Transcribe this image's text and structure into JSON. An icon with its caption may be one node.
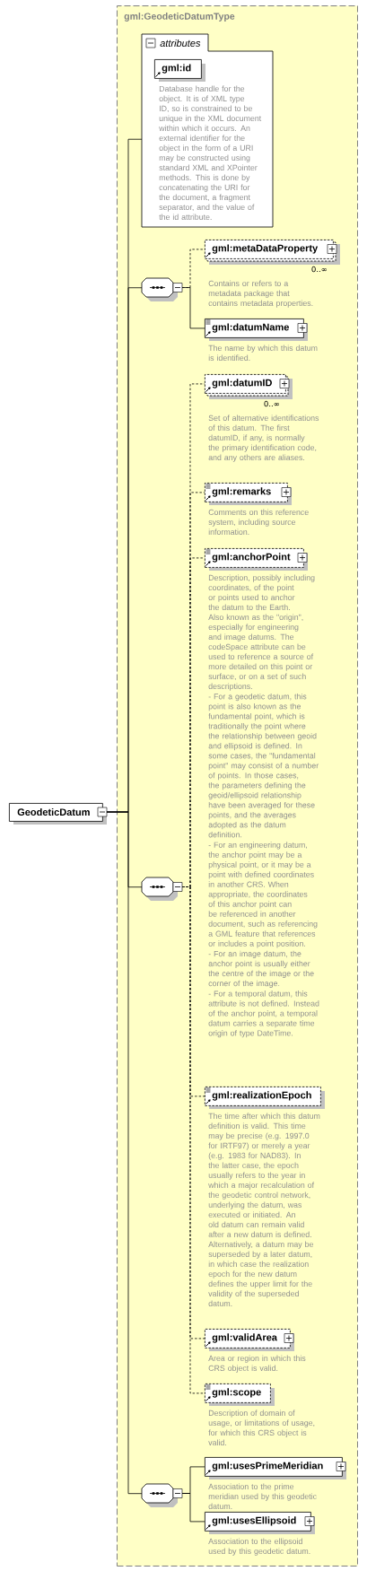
{
  "diagram": {
    "nodes": [
      {
        "text": [
          "GeodeticDatum"
        ]
      },
      {
        "text": [
          "gml:GeodeticDatumType"
        ]
      },
      {
        "text": [
          "attributes"
        ],
        "in": 1
      },
      {
        "text": [
          "gml:id"
        ],
        "beside": [
          "Database handle for the object. It is of XML type ID, so is constrained to be unique in the XML document within which it occurs. An external identifier for the object in the form of a URI may be constructed using standard XML and XPointer methods. This is done by concatenating the URI for the document, a fragment separator, and the value of the id attribute."
        ],
        "in": 2
      },
      {
        "text": [],
        "shape": "octagon",
        "in": 1
      },
      {
        "text": [
          "gml:metaDataProperty"
        ],
        "beside": [
          "0..∞",
          "Contains or refers to a metadata package that contains metadata properties."
        ],
        "in": 1
      },
      {
        "text": [
          "gml:datumName"
        ],
        "beside": [
          "The name by which this datum is identified."
        ],
        "in": 1
      },
      {
        "text": [],
        "shape": "octagon",
        "in": 1
      },
      {
        "text": [
          "gml:datumID"
        ],
        "beside": [
          "0..∞",
          "Set of alternative identifications of this datum. The first datumID, if any, is normally the primary identification code, and any others are aliases."
        ],
        "in": 1
      },
      {
        "text": [
          "gml:remarks"
        ],
        "beside": [
          "Comments on this reference system, including source information."
        ],
        "in": 1
      },
      {
        "text": [
          "gml:anchorPoint"
        ],
        "beside": [
          "Description, possibly including coordinates, of the point or points used to anchor the datum to the Earth. Also known as the \"origin\", especially for engineering and image datums. The codeSpace attribute can be used to reference a source of more detailed on this point or surface, or on a set of such descriptions.",
          "- For a geodetic datum, this point is also known as the fundamental point, which is traditionally the point where the relationship between geoid and ellipsoid is defined. In some cases, the \"fundamental point\" may consist of a number of points. In those cases, the parameters defining the geoid/ellipsoid relationship have been averaged for these points, and the averages adopted as the datum definition.",
          "- For an engineering datum, the anchor point may be a physical point, or it may be a point with defined coordinates in another CRS. When appropriate, the coordinates of this anchor point can be referenced in another document, such as referencing a GML feature that references or includes a point position.",
          "- For an image datum, the anchor point is usually either the centre of the image or the corner of the image.",
          "- For a temporal datum, this attribute is not defined. Instead of the anchor point, a temporal datum carries a separate time origin of type DateTime."
        ],
        "in": 1
      },
      {
        "text": [
          "gml:realizationEpoch"
        ],
        "beside": [
          "The time after which this datum definition is valid. This time may be precise (e.g. 1997.0 for IRTF97) or merely a year (e.g. 1983 for NAD83). In the latter case, the epoch usually refers to the year in which a major recalculation of the geodetic control network, underlying the datum, was executed or initiated. An old datum can remain valid after a new datum is defined. Alternatively, a datum may be superseded by a later datum, in which case the realization epoch for the new datum defines the upper limit for the validity of the superseded datum."
        ],
        "in": 1
      },
      {
        "text": [
          "gml:validArea"
        ],
        "beside": [
          "Area or region in which this CRS object is valid."
        ],
        "in": 1
      },
      {
        "text": [
          "gml:scope"
        ],
        "beside": [
          "Description of domain of usage, or limitations of usage, for which this CRS object is valid."
        ],
        "in": 1
      },
      {
        "text": [],
        "shape": "octagon",
        "in": 1
      },
      {
        "text": [
          "gml:usesPrimeMeridian"
        ],
        "beside": [
          "Association to the prime meridian used by this geodetic datum."
        ],
        "in": 1
      },
      {
        "text": [
          "gml:usesEllipsoid"
        ],
        "beside": [
          "Association to the ellipsoid used by this geodetic datum."
        ],
        "in": 1
      }
    ],
    "edges": [
      {
        "from": 0,
        "to": 2,
        "arrow": "none"
      },
      {
        "from": 0,
        "to": 4,
        "arrow": "none"
      },
      {
        "from": 0,
        "to": 7,
        "arrow": "none"
      },
      {
        "from": 0,
        "to": 14,
        "arrow": "none"
      },
      {
        "from": 4,
        "to": 5,
        "arrow": "none",
        "style": "dashed"
      },
      {
        "from": 4,
        "to": 6,
        "arrow": "none"
      },
      {
        "from": 7,
        "to": 8,
        "arrow": "none",
        "style": "dashed"
      },
      {
        "from": 7,
        "to": 9,
        "arrow": "none",
        "style": "dashed"
      },
      {
        "from": 7,
        "to": 10,
        "arrow": "none",
        "style": "dashed"
      },
      {
        "from": 7,
        "to": 11,
        "arrow": "none",
        "style": "dashed"
      },
      {
        "from": 7,
        "to": 12,
        "arrow": "none",
        "style": "dashed"
      },
      {
        "from": 7,
        "to": 13,
        "arrow": "none",
        "style": "dashed"
      },
      {
        "from": 14,
        "to": 15,
        "arrow": "none"
      },
      {
        "from": 14,
        "to": 16,
        "arrow": "none"
      }
    ]
  }
}
